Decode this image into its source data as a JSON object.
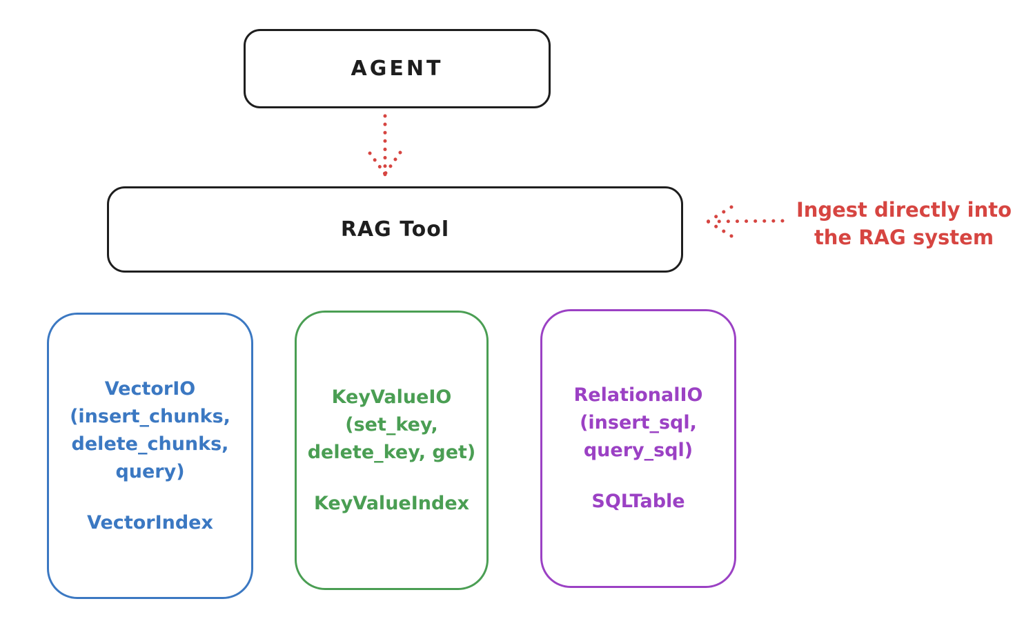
{
  "diagram": {
    "agent_box": {
      "label": "AGENT"
    },
    "rag_box": {
      "label": "RAG Tool"
    },
    "annotation": {
      "text": "Ingest directly into\nthe RAG system",
      "color": "#d64541"
    },
    "arrows": {
      "agent_to_rag": {
        "style": "dotted",
        "direction": "down",
        "color": "#d64541"
      },
      "ingest": {
        "style": "dotted",
        "direction": "left",
        "color": "#d64541"
      }
    },
    "storage_boxes": [
      {
        "name": "vector-io",
        "color": "#3b78c2",
        "io_text": "VectorIO\n(insert_chunks,\ndelete_chunks,\nquery)",
        "index_label": "VectorIndex"
      },
      {
        "name": "keyvalue-io",
        "color": "#4a9e53",
        "io_text": "KeyValueIO\n(set_key,\ndelete_key, get)",
        "index_label": "KeyValueIndex"
      },
      {
        "name": "relational-io",
        "color": "#9b41c4",
        "io_text": "RelationalIO\n(insert_sql,\nquery_sql)",
        "index_label": "SQLTable"
      }
    ],
    "colors": {
      "outline": "#1e1e1e",
      "background": "#ffffff",
      "vector_blue": "#3b78c2",
      "keyvalue_green": "#4a9e53",
      "relational_purple": "#9b41c4",
      "annotation_red": "#d64541"
    }
  }
}
